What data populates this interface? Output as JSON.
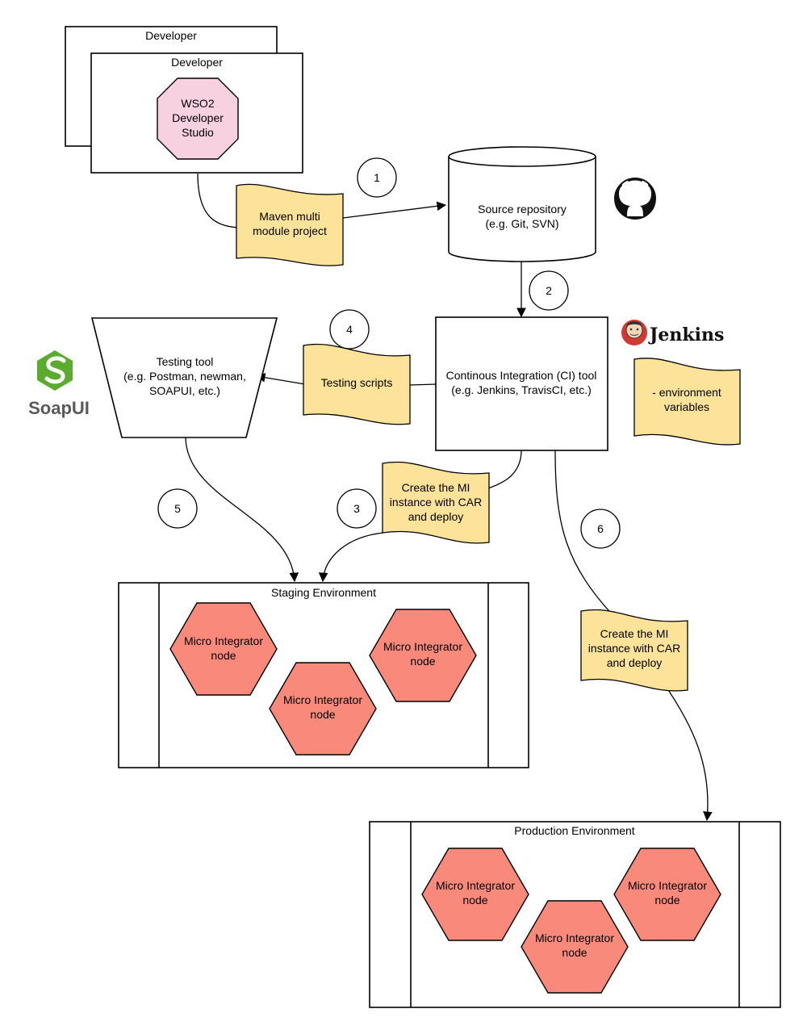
{
  "developer_back": {
    "label": "Developer"
  },
  "developer_front": {
    "label": "Developer"
  },
  "studio": {
    "lines": [
      "WSO2",
      "Developer",
      "Studio"
    ],
    "color": "#f7d1e0"
  },
  "maven": {
    "lines": [
      "Maven multi",
      "module project"
    ]
  },
  "source_repo": {
    "lines": [
      "Source repository",
      "(e.g. Git, SVN)"
    ]
  },
  "ci_tool": {
    "lines": [
      "Continous Integration (CI) tool",
      "(e.g. Jenkins, TravisCI, etc.)"
    ]
  },
  "testing_tool": {
    "lines": [
      "Testing tool",
      "(e.g. Postman, newman,",
      "SOAPUI, etc.)"
    ]
  },
  "testing_scripts": {
    "label": "Testing scripts"
  },
  "env_vars": {
    "lines": [
      "- environment",
      "variables"
    ]
  },
  "create_mi_staging": {
    "lines": [
      "Create the MI",
      "instance with CAR",
      "and deploy"
    ]
  },
  "create_mi_production": {
    "lines": [
      "Create the MI",
      "instance with CAR",
      "and deploy"
    ]
  },
  "steps": [
    "1",
    "2",
    "3",
    "4",
    "5",
    "6"
  ],
  "staging": {
    "title": "Staging Environment",
    "nodes": [
      {
        "lines": [
          "Micro Integrator",
          "node"
        ]
      },
      {
        "lines": [
          "Micro Integrator",
          "node"
        ]
      },
      {
        "lines": [
          "Micro Integrator",
          "node"
        ]
      }
    ]
  },
  "production": {
    "title": "Production Environment",
    "nodes": [
      {
        "lines": [
          "Micro Integrator",
          "node"
        ]
      },
      {
        "lines": [
          "Micro Integrator",
          "node"
        ]
      },
      {
        "lines": [
          "Micro Integrator",
          "node"
        ]
      }
    ]
  },
  "logos": {
    "soapui": "SoapUI",
    "jenkins": "Jenkins",
    "github": "github-icon"
  },
  "colors": {
    "note": "#fce399",
    "node": "#f98a7b",
    "studio": "#f7d1e0"
  }
}
